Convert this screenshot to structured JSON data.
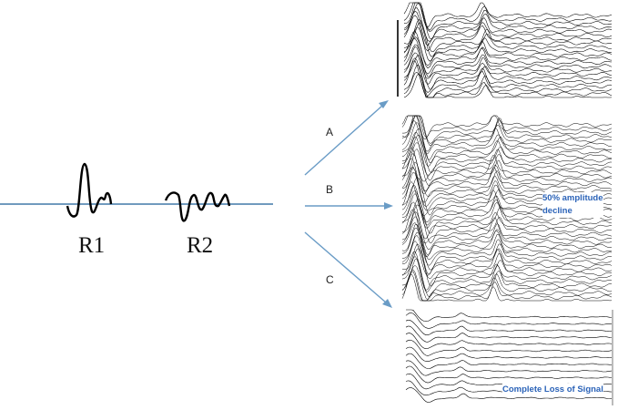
{
  "left_signal": {
    "labels": [
      "R1",
      "R2"
    ],
    "baseline_color": "#5b8bb5"
  },
  "arrows": {
    "labels": [
      "A",
      "B",
      "C"
    ],
    "color": "#6a9cc6"
  },
  "panels": [
    {
      "id": "A",
      "note": ""
    },
    {
      "id": "B",
      "note_line1": "50% amplitude",
      "note_line2": "decline"
    },
    {
      "id": "C",
      "note_line1": "Complete Loss of Signal"
    }
  ],
  "colors": {
    "trace": "#000000",
    "note": "#2b63b8"
  }
}
